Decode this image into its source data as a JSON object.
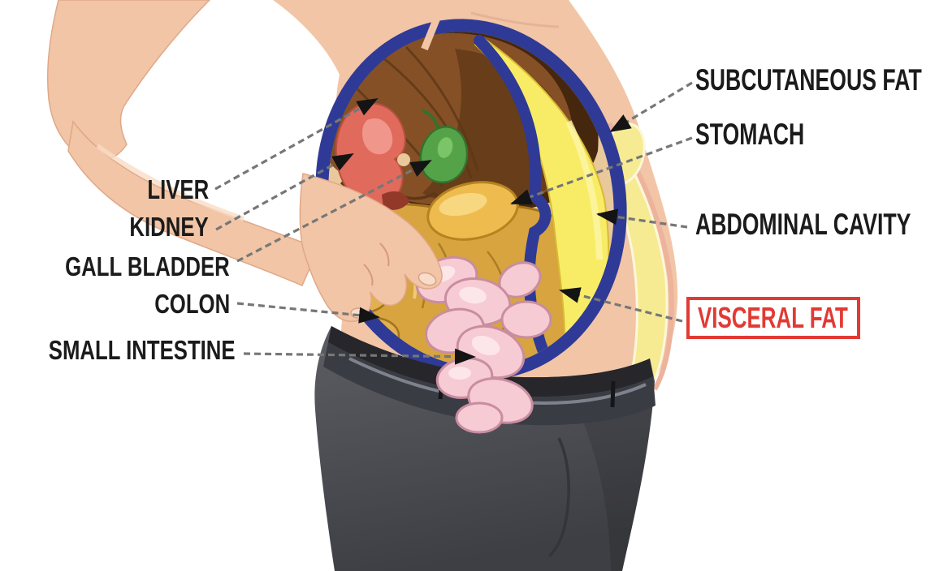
{
  "figure": {
    "alt": "Cutaway medical illustration of a bending man's abdomen (hand on belly, gray trousers) showing internal organs and fat layers with labeled arrows"
  },
  "labels_left": [
    {
      "id": "liver",
      "text": "LIVER"
    },
    {
      "id": "kidney",
      "text": "KIDNEY"
    },
    {
      "id": "gall-bladder",
      "text": "GALL BLADDER"
    },
    {
      "id": "colon",
      "text": "COLON"
    },
    {
      "id": "small-intestine",
      "text": "SMALL INTESTINE"
    }
  ],
  "labels_right": [
    {
      "id": "subcutaneous-fat",
      "text": "SUBCUTANEOUS FAT"
    },
    {
      "id": "stomach",
      "text": "STOMACH"
    },
    {
      "id": "abdominal-cavity",
      "text": "ABDOMINAL CAVITY"
    },
    {
      "id": "visceral-fat",
      "text": "VISCERAL FAT",
      "highlighted": true
    }
  ],
  "colors": {
    "label_text": "#1b1b1b",
    "highlight_red": "#e23a33",
    "arrow_line": "#777777",
    "arrow_head": "#141414",
    "skin": "#f1c5a6",
    "cavity_blue": "#2f3a96",
    "visceral_yellow": "#f8ec67",
    "subcutaneous_yellow": "#f6eb93",
    "liver_brown": "#865026",
    "kidney_red": "#e06a5c",
    "gallbladder_green": "#55a348",
    "intestine_gold": "#d7a440",
    "small_intestine_pink": "#f6cbd3",
    "stomach_gold": "#eebb4e",
    "pants_gray": "#4c4e54",
    "belt_dark": "#26262b"
  }
}
